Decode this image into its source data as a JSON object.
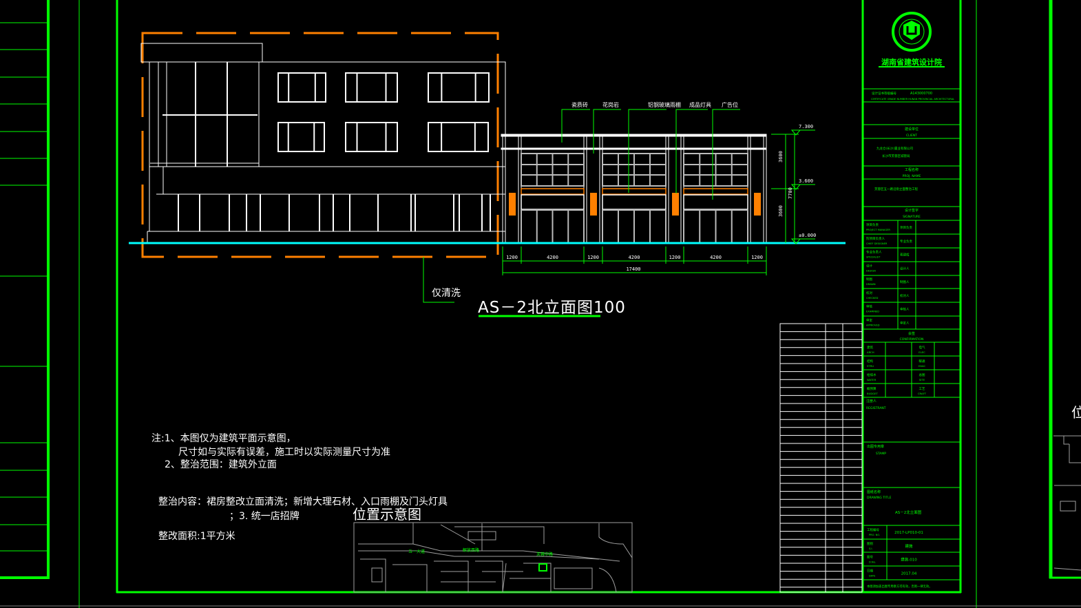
{
  "drawing": {
    "title": "AS－2北立面图100",
    "clean_only_note": "仅清洗",
    "callouts": [
      "瓷质砖",
      "花岗岩",
      "铝钢玻璃雨棚",
      "成品灯具",
      "广告位"
    ],
    "levels": [
      "7.300",
      "3.600",
      "±0.000"
    ],
    "vertical_dims": [
      "3600",
      "7700",
      "3600"
    ],
    "bay_dims": [
      "1200",
      "4200",
      "1200",
      "4200",
      "1200",
      "4200",
      "1200"
    ],
    "total_dim": "17400"
  },
  "notes": {
    "line1": "注:1、本图仅为建筑平面示意图，",
    "line2": "尺寸如与实际有误差，施工时以实际测量尺寸为准",
    "line3": "2、整治范围：建筑外立面",
    "content1": "整治内容：裙房整改立面清洗；新增大理石材、入口雨棚及门头灯具",
    "content2": "；3. 统一店招牌",
    "area": "整改面积:1平方米"
  },
  "site_plan": {
    "title": "位置示意图",
    "road_labels": [
      "五一大道",
      "解放西路",
      "芙蓉中路"
    ]
  },
  "title_block": {
    "logo_text": "湖南省建筑设计院",
    "cert_label": "设计证书等级编号",
    "cert_no": "A143000700",
    "cert_en": "CERTIFICATE GRADE NUMBER HUNAN PROVINCIAL ARCHITECTURAL",
    "client_label": "建设单位",
    "client_en": "CLIENT",
    "client_1": "九龙仓(长沙)置业有限公司",
    "client_2": "长沙市芙蓉区城管局",
    "proj_label": "工程名称",
    "proj_en": "PROJ. NAME",
    "proj_name": "芙蓉区五一路沿街立面整治工程",
    "sign_label": "设计签字",
    "sign_en": "SIGNATURE",
    "sign_rows": [
      {
        "cn": "项目负责",
        "en": "PROJECT MANAGER",
        "name": "项目负责"
      },
      {
        "cn": "院项目负责人",
        "en": "CHIEF DESIGNER",
        "name": "专业负责"
      },
      {
        "cn": "专业负责人",
        "en": "SPECIALIST",
        "name": "蒋建辉"
      },
      {
        "cn": "设计",
        "en": "DESIGN",
        "name": "设计人"
      },
      {
        "cn": "制图",
        "en": "DRAWN",
        "name": "制图人"
      },
      {
        "cn": "校对",
        "en": "CHECKED",
        "name": "校对人"
      },
      {
        "cn": "审核",
        "en": "EXAMINED",
        "name": "审核人"
      },
      {
        "cn": "审定",
        "en": "APPROVED",
        "name": "审定人"
      }
    ],
    "confirm_label": "会签",
    "confirm_en": "CONFIRMATION",
    "confirm_rows": [
      {
        "a_cn": "建筑",
        "a_en": "ARCH",
        "b_cn": "电气",
        "b_en": "ELEC"
      },
      {
        "a_cn": "结构",
        "a_en": "STRU",
        "b_cn": "暖通",
        "b_en": "HVAC"
      },
      {
        "a_cn": "给排水",
        "a_en": "WATER",
        "b_cn": "总图",
        "b_en": "SITE"
      },
      {
        "a_cn": "概预算",
        "a_en": "BUDGET",
        "b_cn": "工艺",
        "b_en": "CRAFT"
      }
    ],
    "registrant_label": "注册人",
    "registrant_en": "REGISTRANT",
    "stamp_label": "出图专用章",
    "stamp_en": "STAMP",
    "drawing_title_label": "图纸名称",
    "drawing_title_en": "DRAWING TITLE",
    "drawing_title": "AS－2北立面图",
    "info_rows": [
      {
        "cn": "工程编号",
        "en": "PRO. NO.",
        "value": "2017-LP010-01"
      },
      {
        "cn": "图别",
        "en": "S.I.",
        "value": "建施"
      },
      {
        "cn": "图号",
        "en": "D.No.",
        "value": "建施-010"
      },
      {
        "cn": "日期",
        "en": "DATE",
        "value": "2017.04"
      }
    ],
    "footer": "本图须加盖出图专用章方可有效，否则一律无效。"
  },
  "neighbor_sheet": {
    "title_fragment": "位"
  },
  "colors": {
    "frame": "#00ff00",
    "outline": "#ffffff",
    "dashed_boundary": "#ff8000",
    "ground": "#00ffff",
    "site_lines": "#a0a0a0"
  }
}
